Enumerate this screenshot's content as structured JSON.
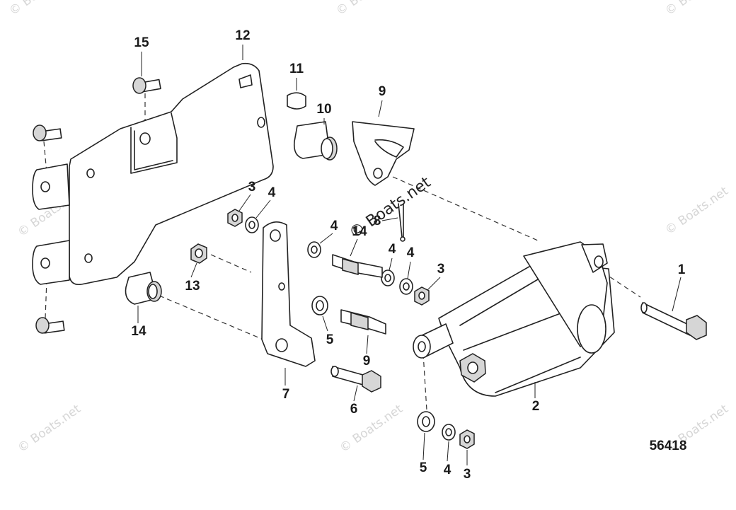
{
  "diagram_id": "56418",
  "watermark": "© Boats.net",
  "callouts": {
    "c1": "1",
    "c2": "2",
    "c3a": "3",
    "c3b": "3",
    "c3c": "3",
    "c4a": "4",
    "c4b": "4",
    "c4c": "4",
    "c4d": "4",
    "c4e": "4",
    "c5a": "5",
    "c5b": "5",
    "c6": "6",
    "c7": "7",
    "c8": "8",
    "c9a": "9",
    "c9b": "9",
    "c10": "10",
    "c11": "11",
    "c12": "12",
    "c13": "13",
    "c14a": "14",
    "c14b": "14",
    "c15": "15"
  }
}
